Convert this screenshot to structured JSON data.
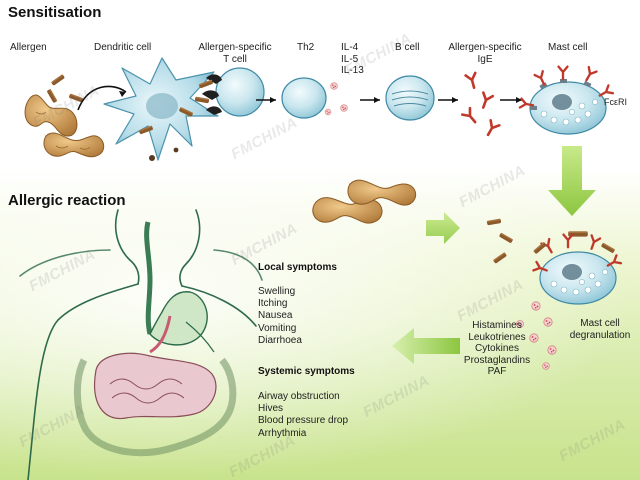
{
  "sections": {
    "sensitisation": "Sensitisation",
    "allergic_reaction": "Allergic reaction"
  },
  "cells": {
    "allergen": "Allergen",
    "dendritic_cell": "Dendritic cell",
    "t_cell_line1": "Allergen-specific",
    "t_cell_line2": "T cell",
    "th2": "Th2",
    "il4": "IL-4",
    "il5": "IL-5",
    "il13": "IL-13",
    "b_cell": "B cell",
    "ige_line1": "Allergen-specific",
    "ige_line2": "IgE",
    "mast_cell": "Mast cell",
    "receptor": "FcεRI"
  },
  "reaction": {
    "degranulation_line1": "Mast cell",
    "degranulation_line2": "degranulation",
    "mediators": [
      "Histamines",
      "Leukotrienes",
      "Cytokines",
      "Prostaglandins",
      "PAF"
    ]
  },
  "symptoms": {
    "local_title": "Local symptoms",
    "local": [
      "Swelling",
      "Itching",
      "Nausea",
      "Vomiting",
      "Diarrhoea"
    ],
    "systemic_title": "Systemic symptoms",
    "systemic": [
      "Airway obstruction",
      "Hives",
      "Blood pressure drop",
      "Arrhythmia"
    ]
  },
  "watermark": "FMCHINA",
  "colors": {
    "cell_fill": "#c9e6ee",
    "cell_stroke": "#3f8aa5",
    "allergen_brown": "#8b5a2b",
    "peanut": "#d6a25f",
    "antibody_red": "#c0392b",
    "granule_pink": "#d98080",
    "arrow_green": "#9fd04a"
  }
}
